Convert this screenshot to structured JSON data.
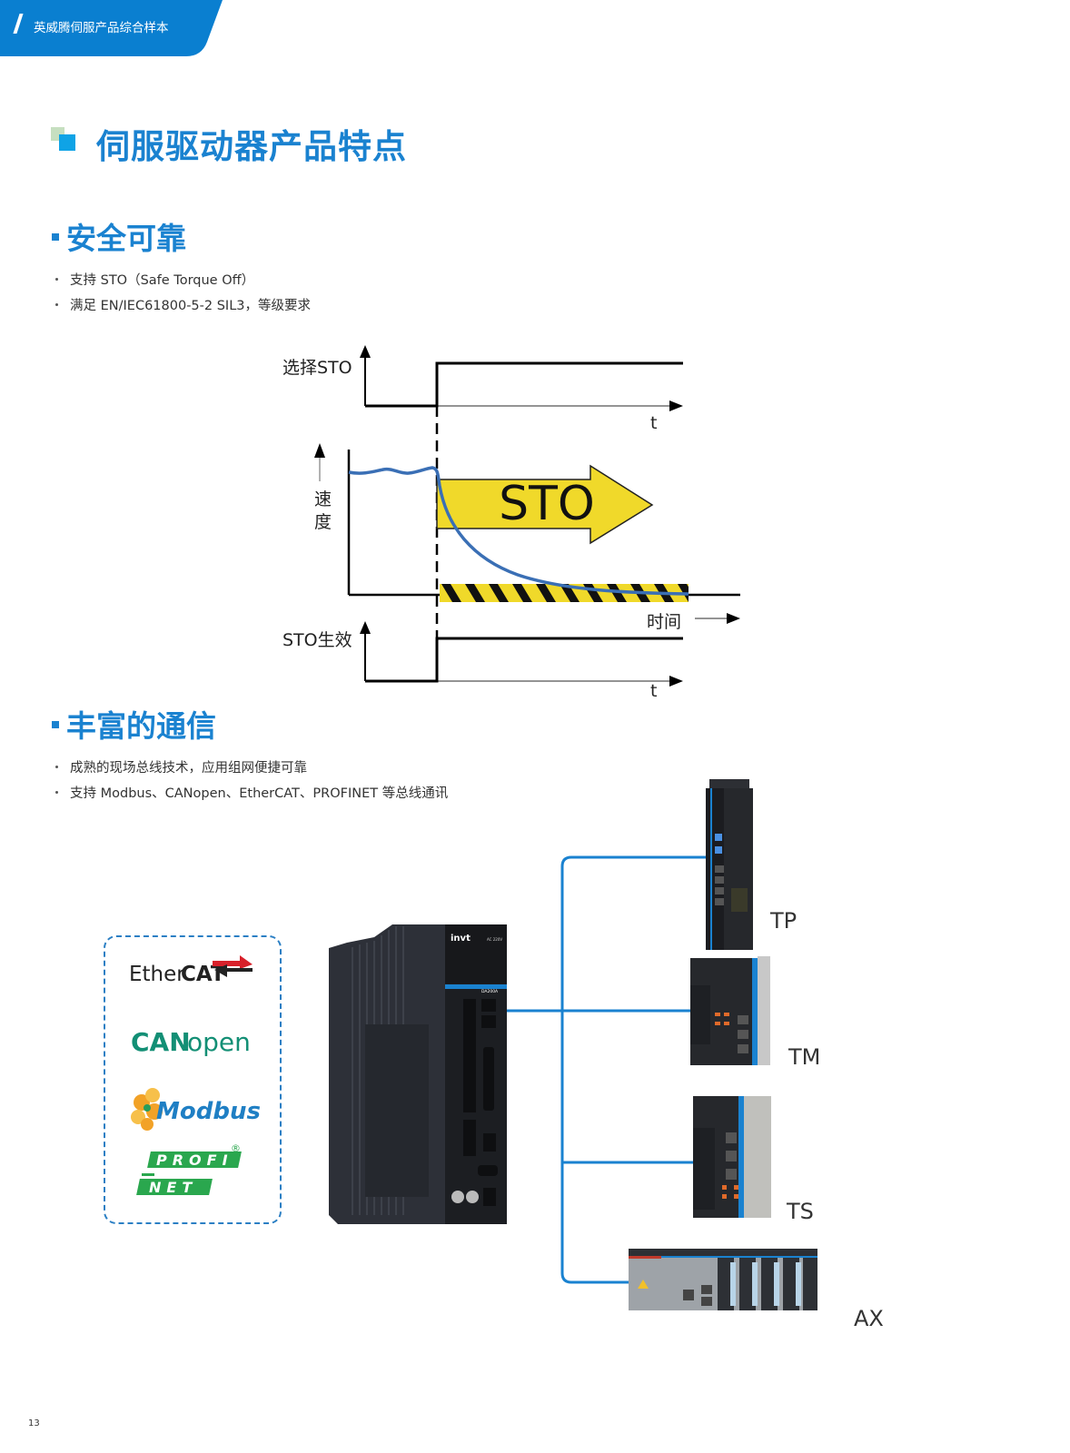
{
  "header": {
    "banner_text": "英威腾伺服产品综合样本",
    "banner_color": "#0a7fd0"
  },
  "page_title": "伺服驱动器产品特点",
  "sections": [
    {
      "title": "安全可靠",
      "bullets": [
        "支持 STO（Safe Torque Off）",
        "满足 EN/IEC61800-5-2 SIL3，等级要求"
      ]
    },
    {
      "title": "丰富的通信",
      "bullets": [
        "成熟的现场总线技术，应用组网便捷可靠",
        "支持 Modbus、CANopen、EtherCAT、PROFINET 等总线通讯"
      ]
    }
  ],
  "sto_diagram": {
    "select_sto_label": "选择STO",
    "speed_label_1": "速",
    "speed_label_2": "度",
    "sto_arrow_text": "STO",
    "time_label": "时间",
    "sto_active_label": "STO生效",
    "t_label": "t",
    "colors": {
      "curve": "#3a6fb5",
      "arrow_fill": "#f0d92a",
      "hazard_yellow": "#f0d92a",
      "hazard_black": "#111111"
    }
  },
  "protocols": {
    "items": [
      {
        "name": "EtherCAT",
        "part1": "Ether",
        "part2": "CAT",
        "color": "#222222",
        "accent": "#d8202a"
      },
      {
        "name": "CANopen",
        "part1": "CAN",
        "part2": "open",
        "color": "#138f75"
      },
      {
        "name": "Modbus",
        "part1": "Modbus",
        "color": "#1f7fc4",
        "accent": "#f2a227"
      },
      {
        "name": "PROFINET",
        "part1": "PROFI",
        "part2": "NET",
        "color": "#2aa74e"
      }
    ],
    "registered_mark": "®"
  },
  "drive": {
    "brand": "invt",
    "model": "DA200A",
    "voltage": "AC 220V"
  },
  "devices": [
    {
      "label": "TP"
    },
    {
      "label": "TM"
    },
    {
      "label": "TS"
    },
    {
      "label": "AX"
    }
  ],
  "network_line_color": "#1a82d0",
  "page_number": "13"
}
